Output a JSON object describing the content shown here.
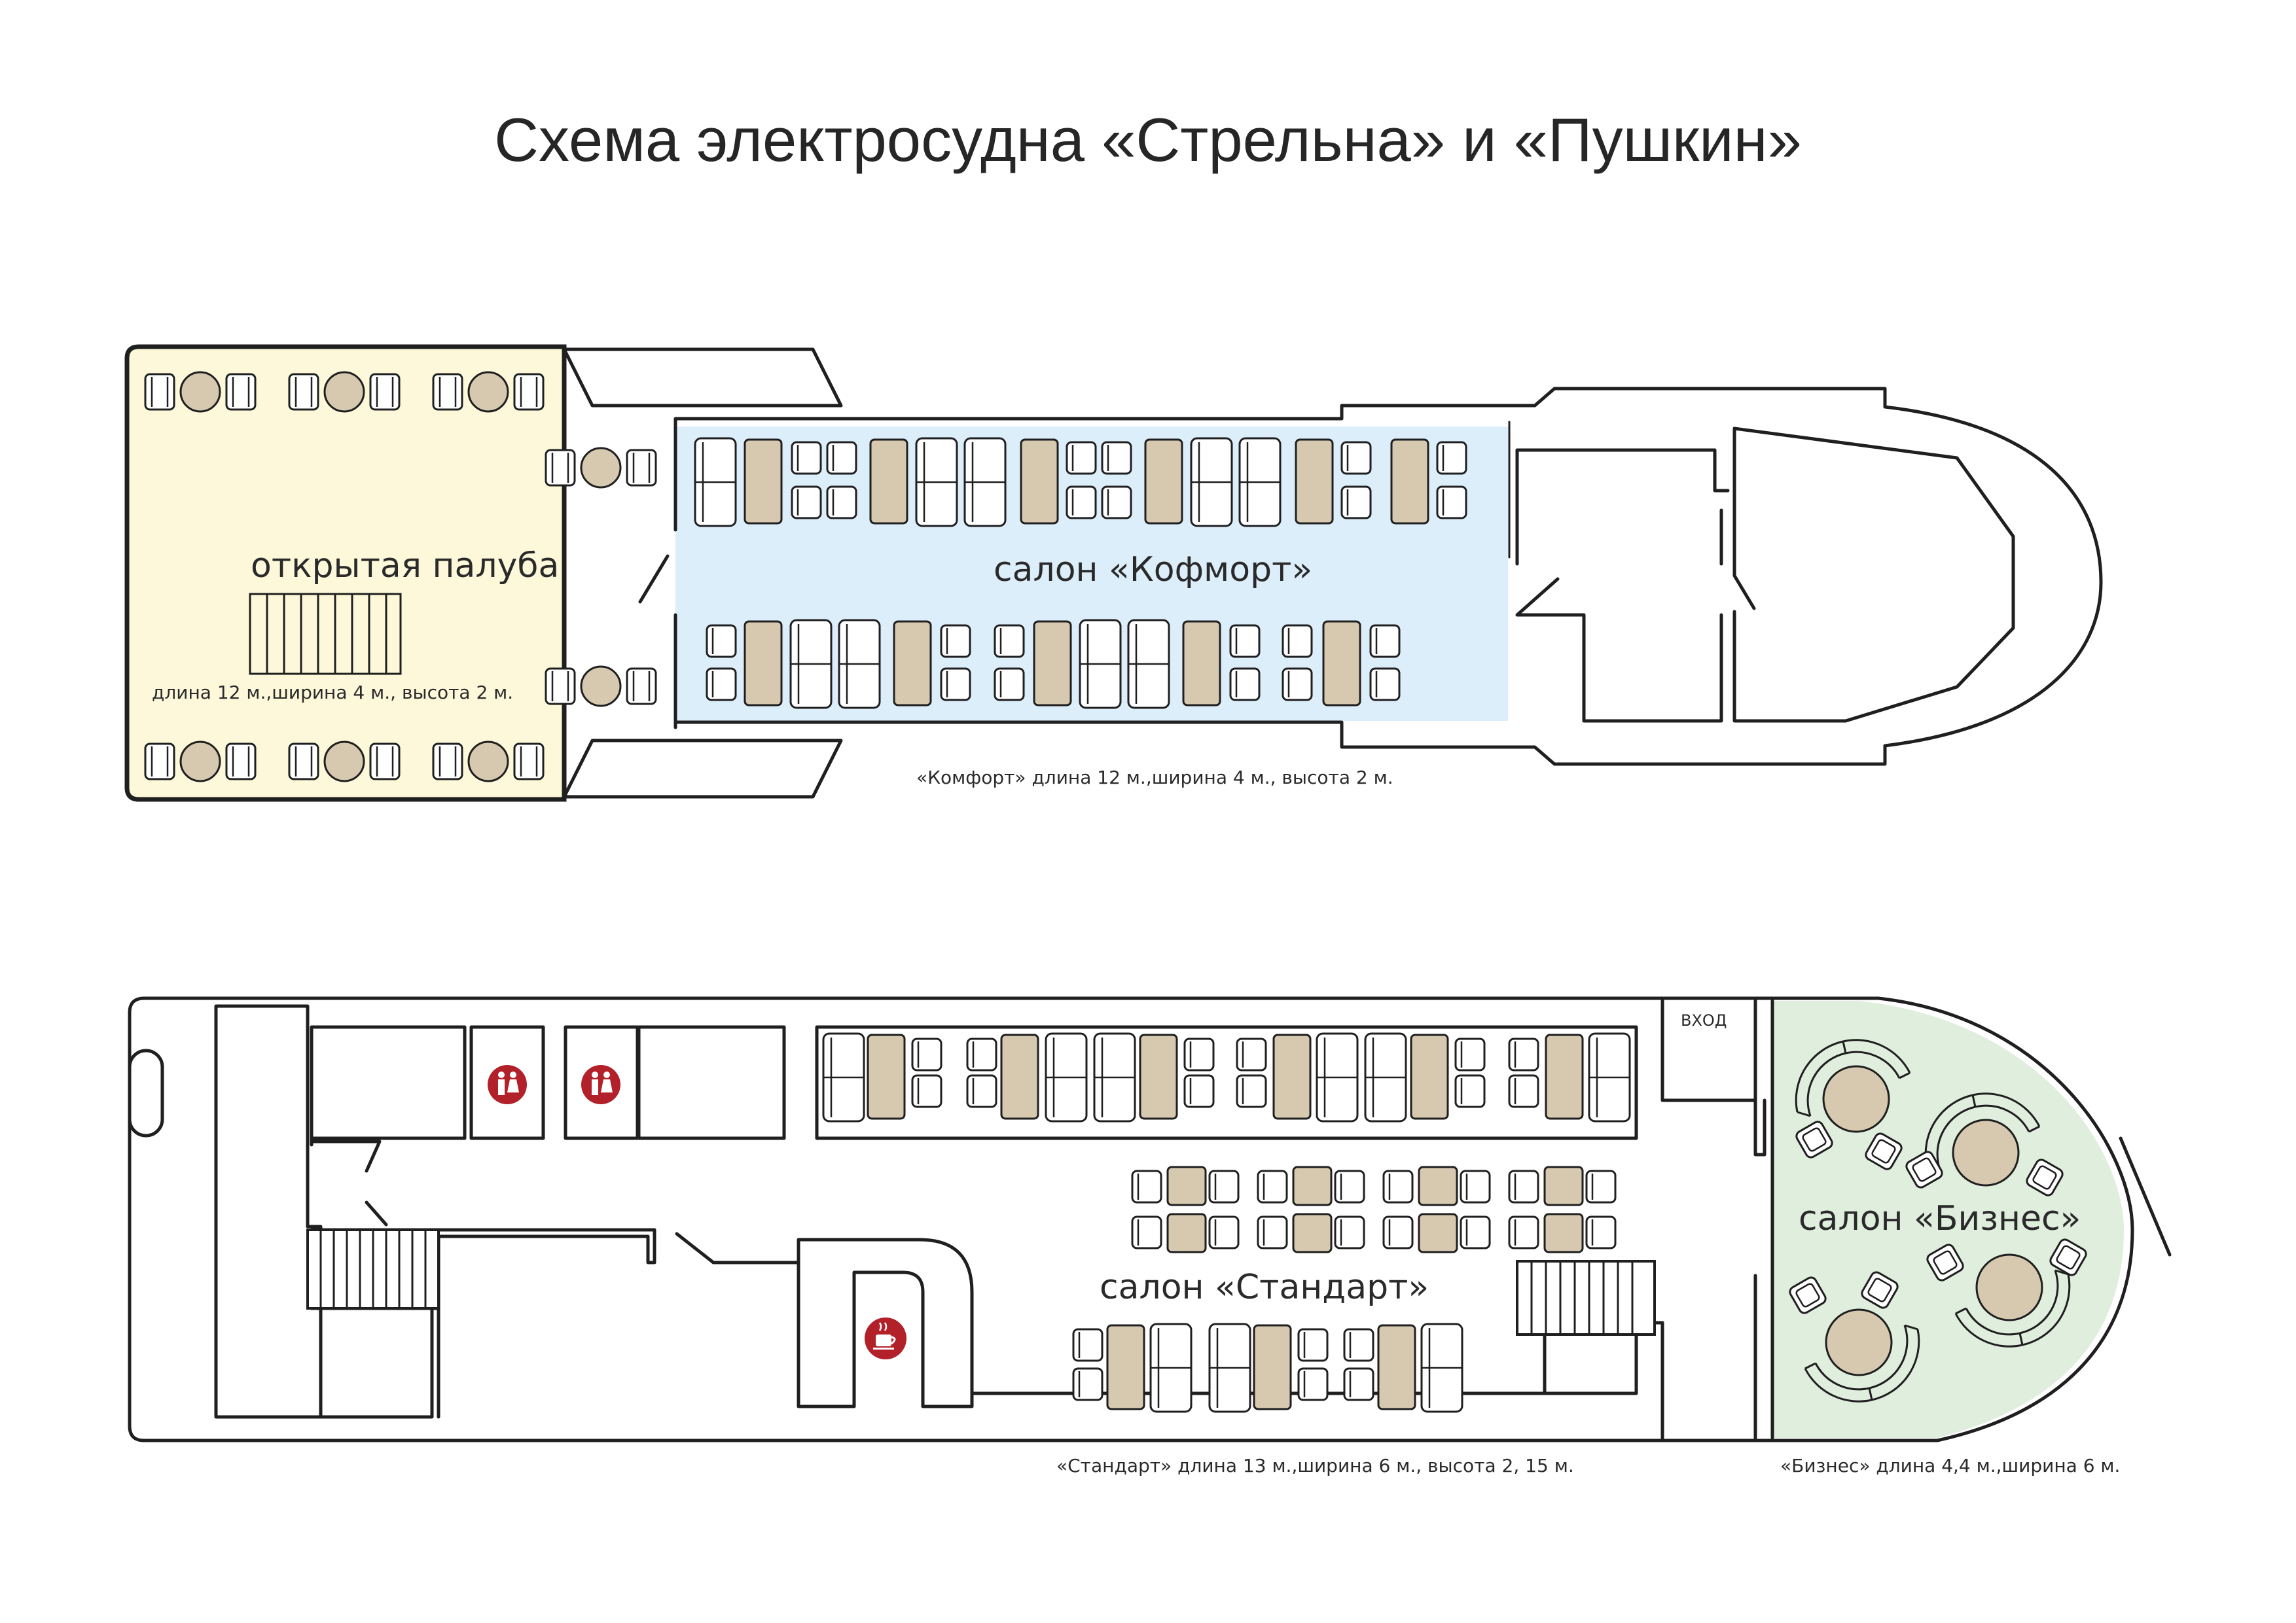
{
  "title": "Схема электросудна «Стрельна» и «Пушкин»",
  "colors": {
    "open_deck": "#fcf8d9",
    "comfort": "#ddeefb",
    "business": "#dfeedd",
    "table": "#d6c9b0",
    "outline": "#1f1f1f",
    "wc_badge": "#b2202a"
  },
  "top_deck": {
    "open_deck_label": "открытая палуба",
    "open_deck_dims": "длина 12 м.,ширина 4 м., высота 2 м.",
    "comfort_label": "салон «Кофморт»",
    "comfort_dims": "«Комфорт» длина 12 м.,ширина 4 м., высота 2 м."
  },
  "main_deck": {
    "entrance_label": "ВХОД",
    "standard_label": "салон «Стандарт»",
    "standard_dims": "«Стандарт» длина 13 м.,ширина 6 м., высота 2, 15 м.",
    "business_label": "салон «Бизнес»",
    "business_dims": "«Бизнес» длина 4,4 м.,ширина 6 м."
  },
  "icons": {
    "wc_1": "wc-icon",
    "wc_2": "wc-icon",
    "cafe": "coffee-cup-icon"
  }
}
